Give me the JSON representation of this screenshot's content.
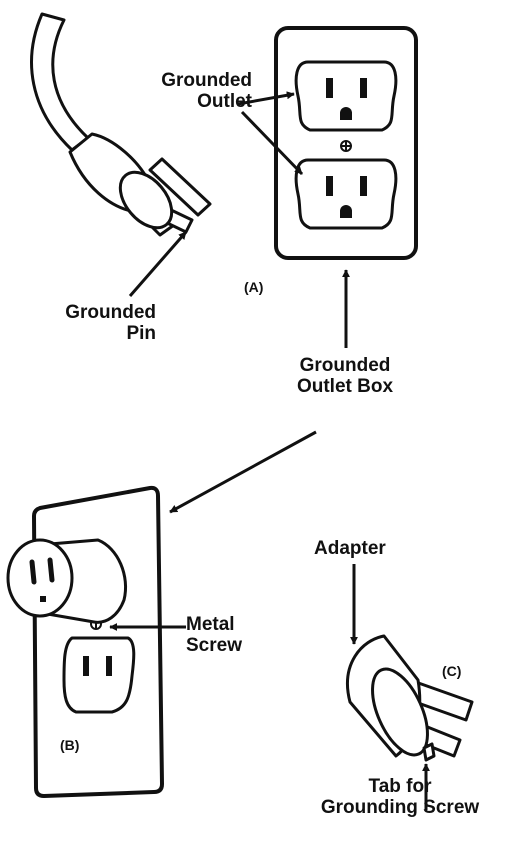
{
  "labels": {
    "grounded_outlet": [
      "Grounded",
      "Outlet"
    ],
    "grounded_pin": [
      "Grounded",
      "Pin"
    ],
    "grounded_outlet_box": [
      "Grounded",
      "Outlet Box"
    ],
    "metal_screw": [
      "Metal",
      "Screw"
    ],
    "adapter": "Adapter",
    "tab_for_grounding_screw": [
      "Tab for",
      "Grounding Screw"
    ],
    "panel_a": "(A)",
    "panel_b": "(B)",
    "panel_c": "(C)"
  },
  "colors": {
    "ink": "#111111",
    "background": "#ffffff"
  },
  "icons": [
    "grounded-plug-icon",
    "duplex-outlet-icon",
    "outlet-adapter-icon"
  ]
}
